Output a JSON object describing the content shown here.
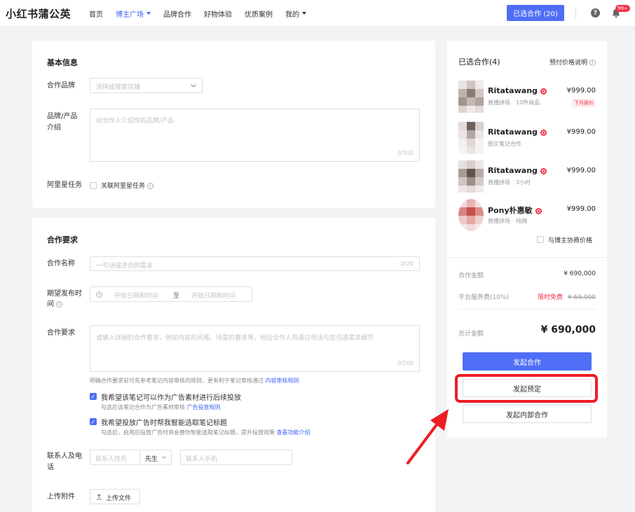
{
  "header": {
    "logo": "小红书蒲公英",
    "nav": [
      {
        "label": "首页",
        "active": false,
        "dropdown": false
      },
      {
        "label": "博主广场",
        "active": true,
        "dropdown": true
      },
      {
        "label": "品牌合作",
        "active": false,
        "dropdown": false
      },
      {
        "label": "好物体验",
        "active": false,
        "dropdown": false
      },
      {
        "label": "优质案例",
        "active": false,
        "dropdown": false
      },
      {
        "label": "我的",
        "active": false,
        "dropdown": true
      }
    ],
    "selected_button": "已选合作 (20)",
    "help_icon": "?",
    "badge": "99+"
  },
  "basic": {
    "title": "基本信息",
    "brand_label": "合作品牌",
    "brand_placeholder": "选择或搜索店铺",
    "intro_label_1": "品牌/产品",
    "intro_label_2": "介绍",
    "intro_placeholder": "向合作人介绍你的品牌/产品",
    "intro_counter": "0/500",
    "star_label": "阿里星任务",
    "star_checkbox": "关联阿里星任务"
  },
  "req": {
    "title": "合作要求",
    "name_label": "合作名称",
    "name_placeholder": "一句话描述你的需求",
    "name_counter": "0/20",
    "time_label_1": "期望发布时",
    "time_label_2": "间",
    "start_placeholder": "开始日期和时间",
    "to": "至",
    "end_placeholder": "开始日期和时间",
    "detail_label": "合作要求",
    "detail_placeholder": "请输入详细的合作要求，例如内容的风格、场景的要求等，稍后合作人将通过电话与您沟通需求细节",
    "detail_counter": "0/200",
    "hint_text": "明确合作要求前可先参考笔记内容审核的规则，更有利于笔记审核通过",
    "hint_link": "内容审核规则",
    "opt1": "我希望该笔记可以作为广告素材进行后续投放",
    "opt1_sub": "勾选后该笔记合作为广告素材审核",
    "opt1_link": "广告投放规则",
    "opt2": "我希望投放广告时帮我智能选取笔记标题",
    "opt2_sub": "勾选后，启用后投放广告时将会替你智能选取笔记标题，提升投放效果",
    "opt2_link": "查看功能介绍",
    "contact_label_1": "联系人及电",
    "contact_label_2": "话",
    "contact_name_placeholder": "联系人姓氏",
    "salutation": "先生",
    "phone_placeholder": "联系人手机",
    "attach_label": "上传附件",
    "upload_button": "上传文件"
  },
  "panel": {
    "title": "已选合作(4)",
    "price_note": "预付价格说明",
    "creators": [
      {
        "name": "Ritatawang",
        "sub": "直播拼场　10件商品",
        "price": "¥999.00",
        "tag": "下月报价"
      },
      {
        "name": "Ritatawang",
        "sub": "图文笔记合作",
        "price": "¥999.00",
        "tag": ""
      },
      {
        "name": "Ritatawang",
        "sub": "直播拼场　3小时",
        "price": "¥999.00",
        "tag": ""
      },
      {
        "name": "Pony朴惠敏",
        "sub": "直播拼场　纯佣",
        "price": "¥999.00",
        "tag": ""
      }
    ],
    "negotiate": "与博主协商价格",
    "amount_label": "合作金额",
    "amount_value": "¥ 690,000",
    "fee_label": "平台服务费(10%)",
    "fee_free": "限时免费",
    "fee_original": "¥ 69,000",
    "total_label": "总计金额",
    "total_value": "¥ 690,000",
    "btn_start": "发起合作",
    "btn_reserve": "发起预定",
    "btn_internal": "发起内部合作"
  },
  "colors": {
    "primary": "#4f6ef7",
    "highlight": "#ee1c25",
    "danger": "#f5314a"
  }
}
